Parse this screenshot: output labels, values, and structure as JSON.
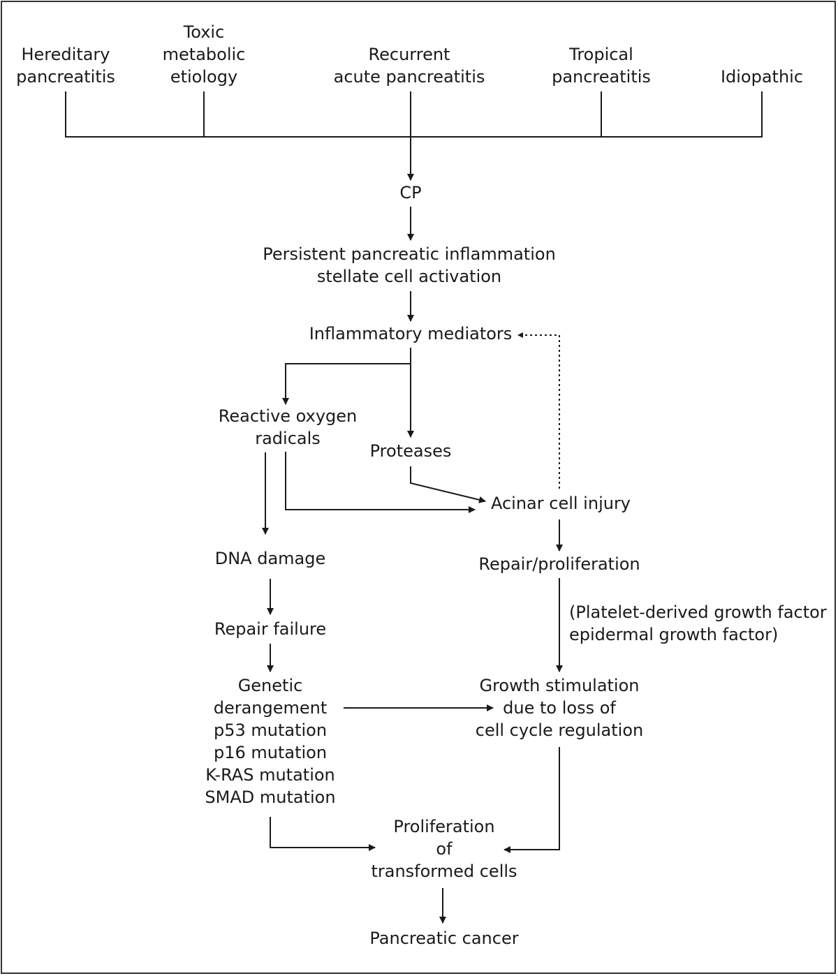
{
  "nodes": {
    "hereditary": [
      "Hereditary",
      "pancreatitis"
    ],
    "toxic": [
      "Toxic",
      "metabolic",
      "etiology"
    ],
    "recurrent": [
      "Recurrent",
      "acute pancreatitis"
    ],
    "tropical": [
      "Tropical",
      "pancreatitis"
    ],
    "idiopathic": [
      "Idiopathic"
    ],
    "cp": [
      "CP"
    ],
    "persistent": [
      "Persistent pancreatic inflammation",
      "stellate cell activation"
    ],
    "mediators": [
      "Inflammatory mediators"
    ],
    "ros": [
      "Reactive oxygen",
      "radicals"
    ],
    "proteases": [
      "Proteases"
    ],
    "acinar": [
      "Acinar cell injury"
    ],
    "dna": [
      "DNA damage"
    ],
    "repair_prolif": [
      "Repair/proliferation"
    ],
    "growth_factors": [
      "(Platelet-derived growth factor",
      "epidermal growth factor)"
    ],
    "repair_failure": [
      "Repair failure"
    ],
    "genetic": [
      "Genetic",
      "derangement",
      "p53 mutation",
      "p16 mutation",
      "K-RAS mutation",
      "SMAD mutation"
    ],
    "growth_stim": [
      "Growth stimulation",
      "due to loss of",
      "cell cycle regulation"
    ],
    "prolif_transformed": [
      "Proliferation",
      "of",
      "transformed cells"
    ],
    "cancer": [
      "Pancreatic cancer"
    ]
  }
}
